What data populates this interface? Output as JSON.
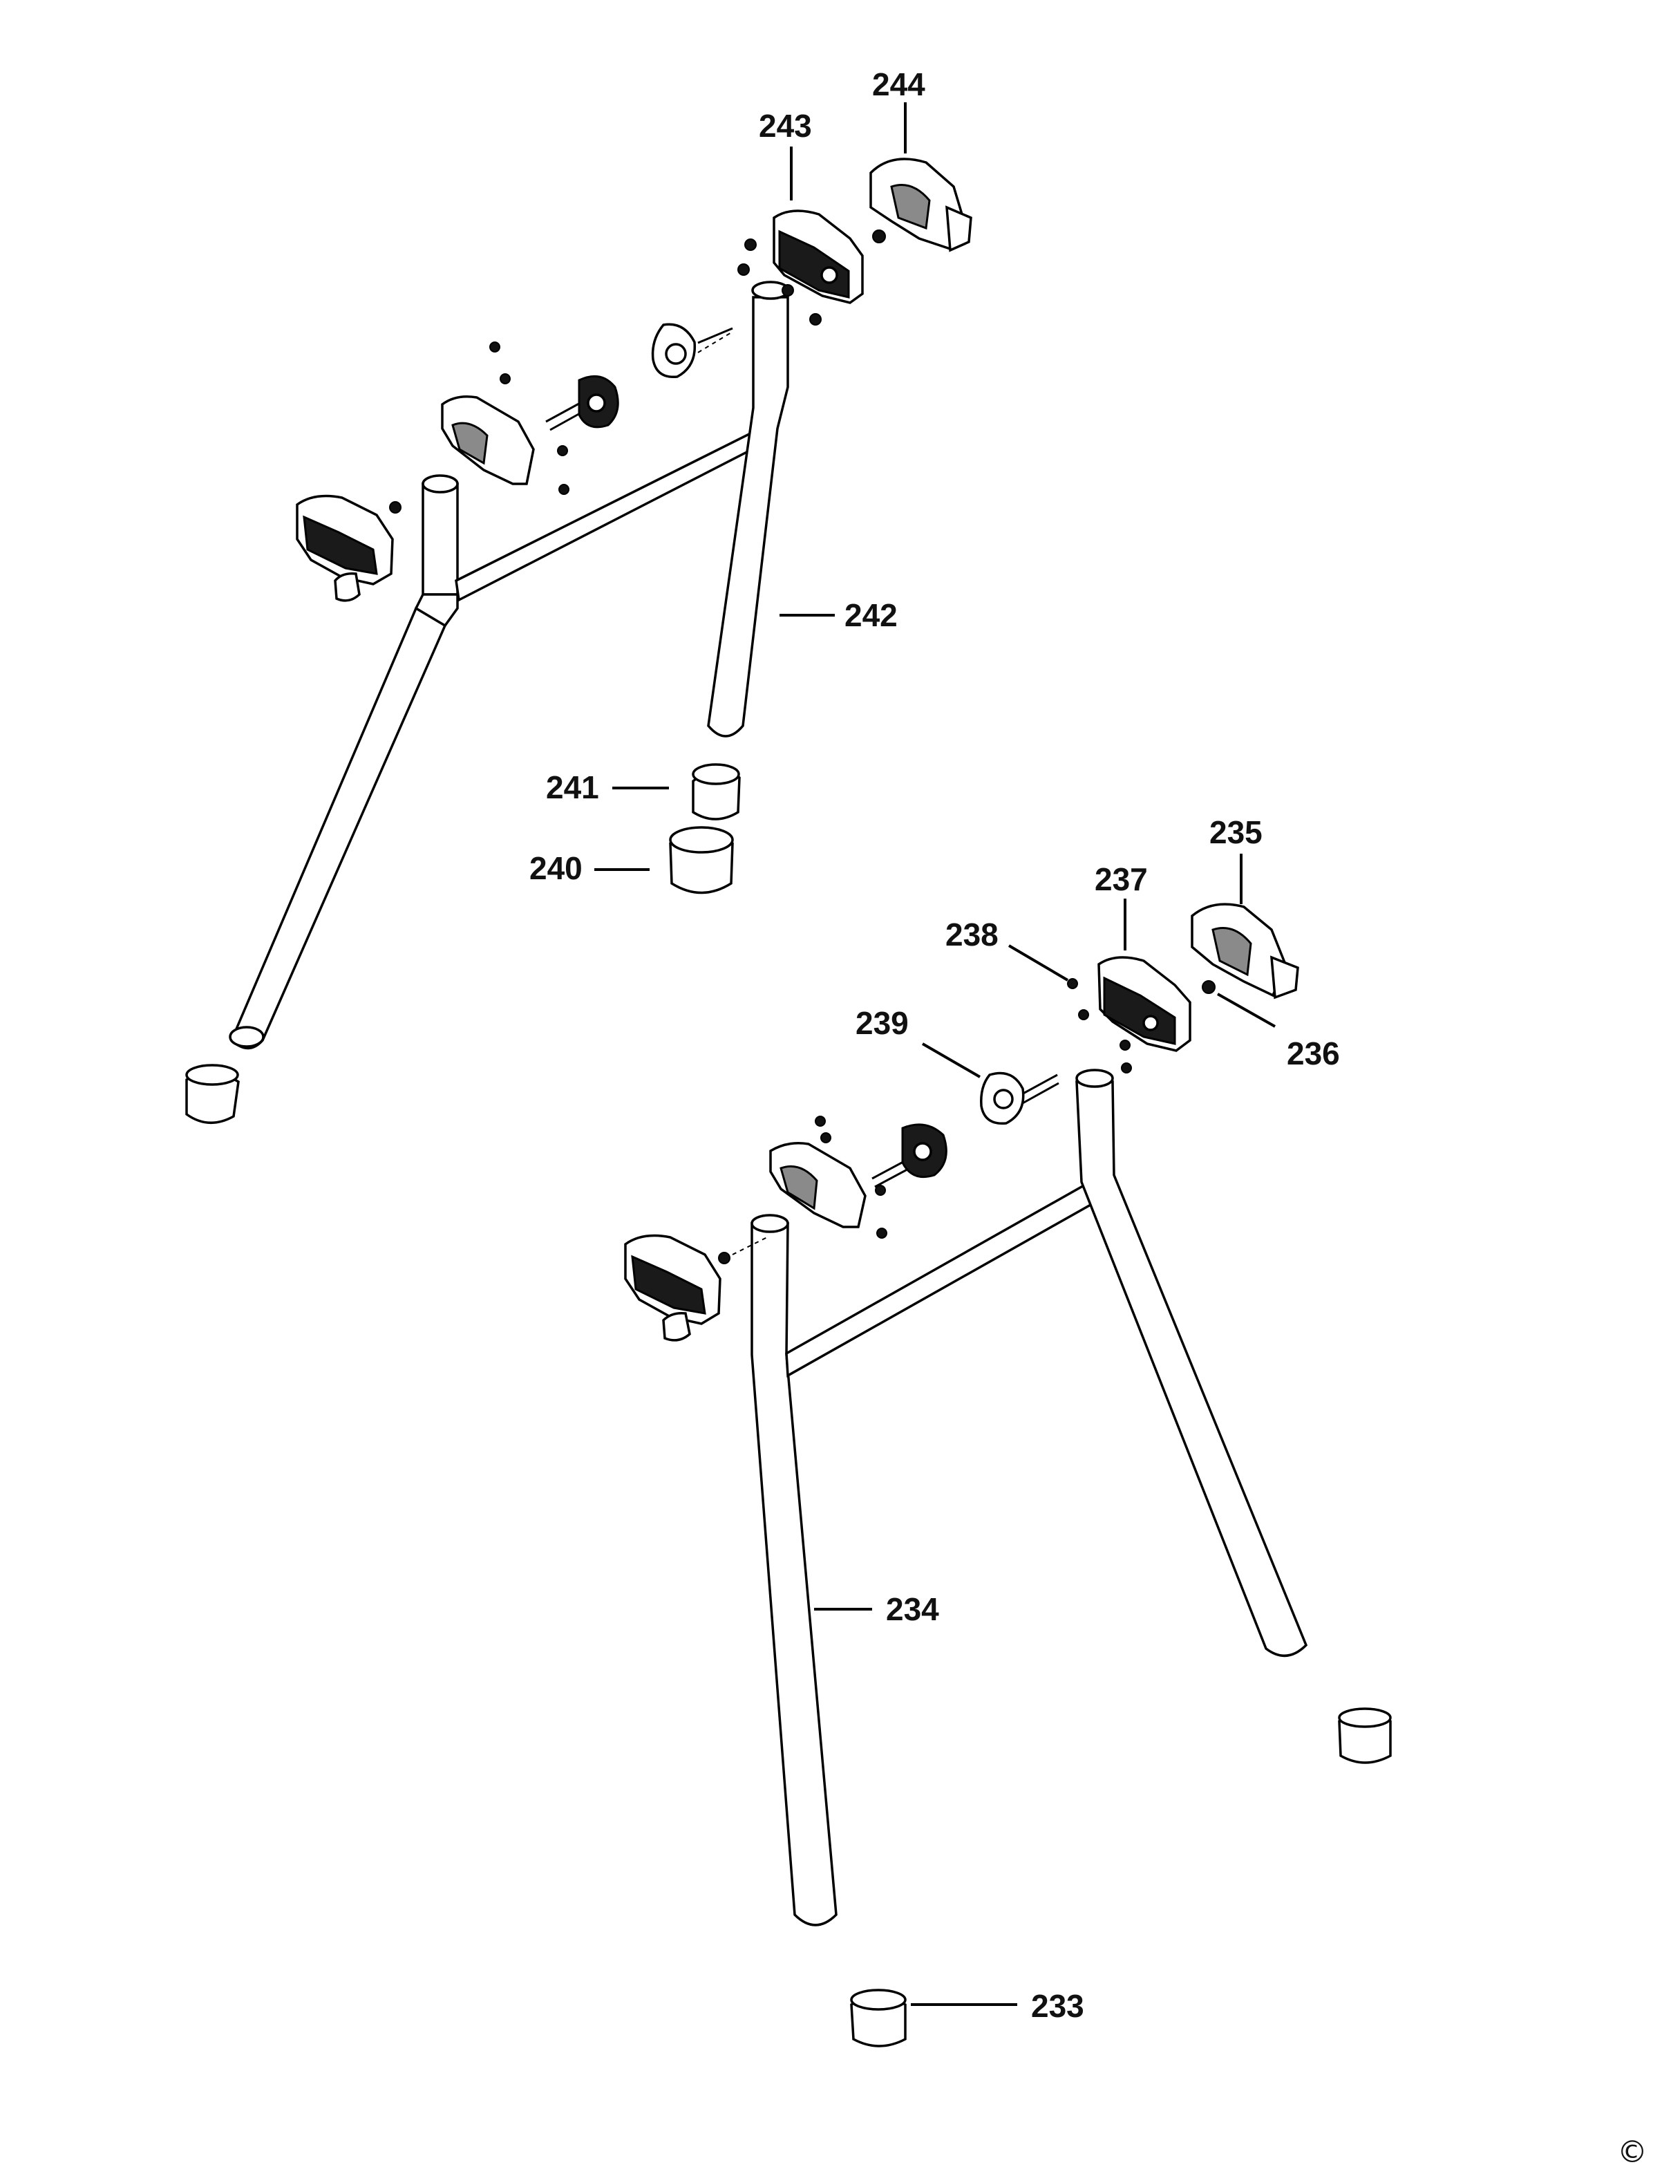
{
  "diagram": {
    "callouts": [
      {
        "id": "244",
        "label": "244"
      },
      {
        "id": "243",
        "label": "243"
      },
      {
        "id": "242",
        "label": "242"
      },
      {
        "id": "241",
        "label": "241"
      },
      {
        "id": "240",
        "label": "240"
      },
      {
        "id": "235",
        "label": "235"
      },
      {
        "id": "237",
        "label": "237"
      },
      {
        "id": "238",
        "label": "238"
      },
      {
        "id": "239",
        "label": "239"
      },
      {
        "id": "236",
        "label": "236"
      },
      {
        "id": "234",
        "label": "234"
      },
      {
        "id": "233",
        "label": "233"
      }
    ],
    "copyright_symbol": "©"
  }
}
